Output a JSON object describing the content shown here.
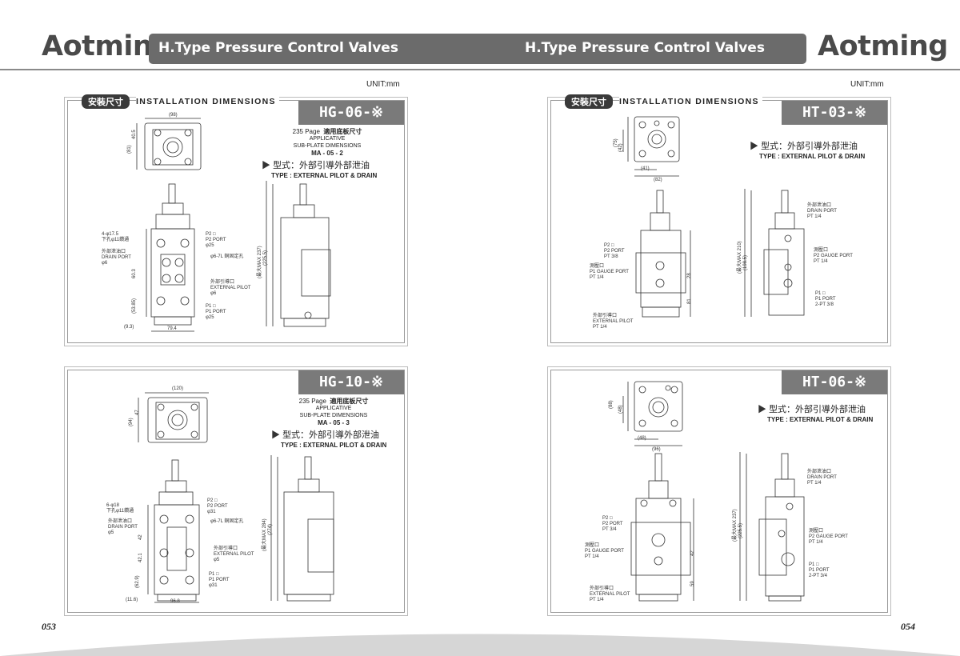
{
  "header": {
    "brand": "Aotming",
    "title_left": "H.Type Pressure Control Valves",
    "title_right": "H.Type Pressure Control Valves"
  },
  "unit_label": "UNIT:mm",
  "install": {
    "cn": "安裝尺寸",
    "en": "INSTALLATION DIMENSIONS"
  },
  "panels": {
    "hg06": {
      "model": "HG-06-※",
      "page": "235 Page",
      "applic_cn": "適用底板尺寸",
      "applic_en1": "APPLICATIVE",
      "applic_en2": "SUB-PLATE DIMENSIONS",
      "applic_code": "MA - 05 - 2",
      "type_cn": "型式：外部引導外部泄油",
      "type_en": "TYPE : EXTERNAL PILOT & DRAIN",
      "labels": {
        "holes": "4-φ17.5\n下孔φ11鑽通",
        "drain": "外部泄油口\nDRAIN PORT\nφ6",
        "p2": "P2 □\nP2 PORT\nφ25",
        "oring": "φ6-7L 銅固定孔",
        "pilot": "外部引導口\nEXTERNAL PILOT\nφ6",
        "p1": "P1 □\nP1 PORT\nφ25"
      },
      "dims": {
        "top": "(98)",
        "h1": "40.5",
        "h2": "(81)",
        "v1": "60.3",
        "v2": "(53.85)",
        "b1": "(9.3)",
        "b2": "79.4",
        "max": "(最大MAX 237)",
        "mid": "(225.5)"
      }
    },
    "hg10": {
      "model": "HG-10-※",
      "page": "235 Page",
      "applic_cn": "適用底板尺寸",
      "applic_en1": "APPLICATIVE",
      "applic_en2": "SUB-PLATE DIMENSIONS",
      "applic_code": "MA - 05 - 3",
      "type_cn": "型式：外部引導外部泄油",
      "type_en": "TYPE : EXTERNAL PILOT & DRAIN",
      "labels": {
        "holes": "6-φ18\n下孔φ11鑽通",
        "drain": "外部泄油口\nDRAIN PORT\nφ5",
        "p2": "P2 □\nP2 PORT\nφ31",
        "oring": "φ6-7L 銅固定孔",
        "pilot": "外部引導口\nEXTERNAL PILOT\nφ5",
        "p1": "P1 □\nP1 PORT\nφ31"
      },
      "dims": {
        "top": "(120)",
        "h1": "47",
        "h2": "(94)",
        "v1": "42",
        "v2": "42.1",
        "v3": "(62.9)",
        "b1": "(11.6)",
        "b2": "96.8",
        "max": "(最大MAX 284)",
        "mid": "(274)"
      }
    },
    "ht03": {
      "model": "HT-03-※",
      "type_cn": "型式：外部引導外部泄油",
      "type_en": "TYPE : EXTERNAL PILOT & DRAIN",
      "labels": {
        "drain": "外部泄油口\nDRAIN PORT\nPT 1/4",
        "p2": "P2 □\nP2 PORT\nPT 3/8",
        "gauge": "測壓口\nP1 GAUGE PORT\nPT 1/4",
        "p2gauge": "測壓口\nP2 GAUGE PORT\nPT 1/4",
        "p1": "P1 □\nP1 PORT\n2-PT 3/8",
        "pilot": "外部引導口\nEXTERNAL PILOT\nPT 1/4"
      },
      "dims": {
        "h1": "(42)",
        "h2": "(75)",
        "w1": "(41)",
        "w2": "(82)",
        "max": "(最大MAX 210)",
        "mid": "(198.5)",
        "v1": "28",
        "v2": "81"
      }
    },
    "ht06": {
      "model": "HT-06-※",
      "type_cn": "型式：外部引導外部泄油",
      "type_en": "TYPE : EXTERNAL PILOT & DRAIN",
      "labels": {
        "drain": "外部泄油口\nDRAIN PORT\nPT 1/4",
        "p2": "P2 □\nP2 PORT\nPT 3/4",
        "gauge": "測壓口\nP1 GAUGE PORT\nPT 1/4",
        "p2gauge": "測壓口\nP2 GAUGE PORT\nPT 1/4",
        "p1": "P1 □\nP1 PORT\n2-PT 3/4",
        "pilot": "外部引導口\nEXTERNAL PILOT\nPT 1/4"
      },
      "dims": {
        "h1": "(48)",
        "h2": "(88)",
        "w1": "(48)",
        "w2": "(96)",
        "max": "(最大MAX 237)",
        "mid": "(225.5)",
        "v1": "42",
        "v2": "59"
      }
    }
  },
  "pages": {
    "left": "053",
    "right": "054"
  }
}
